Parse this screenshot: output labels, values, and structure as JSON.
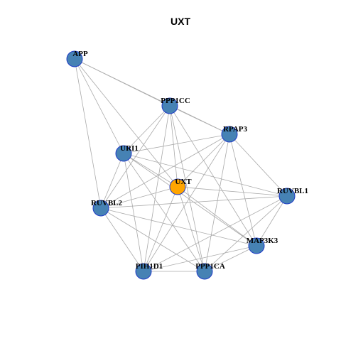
{
  "title": "UXT",
  "colors": {
    "hub_fill": "#FFA500",
    "node_fill": "#4682B4",
    "node_border": "#1F3BC7",
    "edge": "#AAAAAA",
    "background": "#FFFFFF"
  },
  "graph": {
    "hub": "UXT",
    "nodes": [
      {
        "id": "APP",
        "label": "APP",
        "hub": false
      },
      {
        "id": "PPP1CC",
        "label": "PPP1CC",
        "hub": false
      },
      {
        "id": "RPAP3",
        "label": "RPAP3",
        "hub": false
      },
      {
        "id": "URI1",
        "label": "URI1",
        "hub": false
      },
      {
        "id": "UXT",
        "label": "UXT",
        "hub": true
      },
      {
        "id": "RUVBL1",
        "label": "RUVBL1",
        "hub": false
      },
      {
        "id": "RUVBL2",
        "label": "RUVBL2",
        "hub": false
      },
      {
        "id": "MAP3K3",
        "label": "MAP3K3",
        "hub": false
      },
      {
        "id": "PIH1D1",
        "label": "PIH1D1",
        "hub": false
      },
      {
        "id": "PPP1CA",
        "label": "PPP1CA",
        "hub": false
      }
    ],
    "edges": [
      [
        "APP",
        "PPP1CC"
      ],
      [
        "APP",
        "RPAP3"
      ],
      [
        "APP",
        "URI1"
      ],
      [
        "APP",
        "UXT"
      ],
      [
        "APP",
        "RUVBL2"
      ],
      [
        "PPP1CC",
        "RPAP3"
      ],
      [
        "PPP1CC",
        "URI1"
      ],
      [
        "PPP1CC",
        "UXT"
      ],
      [
        "PPP1CC",
        "RUVBL2"
      ],
      [
        "PPP1CC",
        "MAP3K3"
      ],
      [
        "PPP1CC",
        "PIH1D1"
      ],
      [
        "PPP1CC",
        "PPP1CA"
      ],
      [
        "RPAP3",
        "URI1"
      ],
      [
        "RPAP3",
        "UXT"
      ],
      [
        "RPAP3",
        "RUVBL1"
      ],
      [
        "RPAP3",
        "RUVBL2"
      ],
      [
        "RPAP3",
        "MAP3K3"
      ],
      [
        "RPAP3",
        "PIH1D1"
      ],
      [
        "RPAP3",
        "PPP1CA"
      ],
      [
        "URI1",
        "UXT"
      ],
      [
        "URI1",
        "RUVBL1"
      ],
      [
        "URI1",
        "RUVBL2"
      ],
      [
        "URI1",
        "MAP3K3"
      ],
      [
        "URI1",
        "PIH1D1"
      ],
      [
        "URI1",
        "PPP1CA"
      ],
      [
        "UXT",
        "RUVBL1"
      ],
      [
        "UXT",
        "RUVBL2"
      ],
      [
        "UXT",
        "MAP3K3"
      ],
      [
        "UXT",
        "PIH1D1"
      ],
      [
        "UXT",
        "PPP1CA"
      ],
      [
        "RUVBL1",
        "RUVBL2"
      ],
      [
        "RUVBL1",
        "MAP3K3"
      ],
      [
        "RUVBL1",
        "PIH1D1"
      ],
      [
        "RUVBL1",
        "PPP1CA"
      ],
      [
        "RUVBL2",
        "MAP3K3"
      ],
      [
        "RUVBL2",
        "PIH1D1"
      ],
      [
        "RUVBL2",
        "PPP1CA"
      ],
      [
        "MAP3K3",
        "PIH1D1"
      ],
      [
        "MAP3K3",
        "PPP1CA"
      ],
      [
        "PIH1D1",
        "PPP1CA"
      ]
    ]
  }
}
